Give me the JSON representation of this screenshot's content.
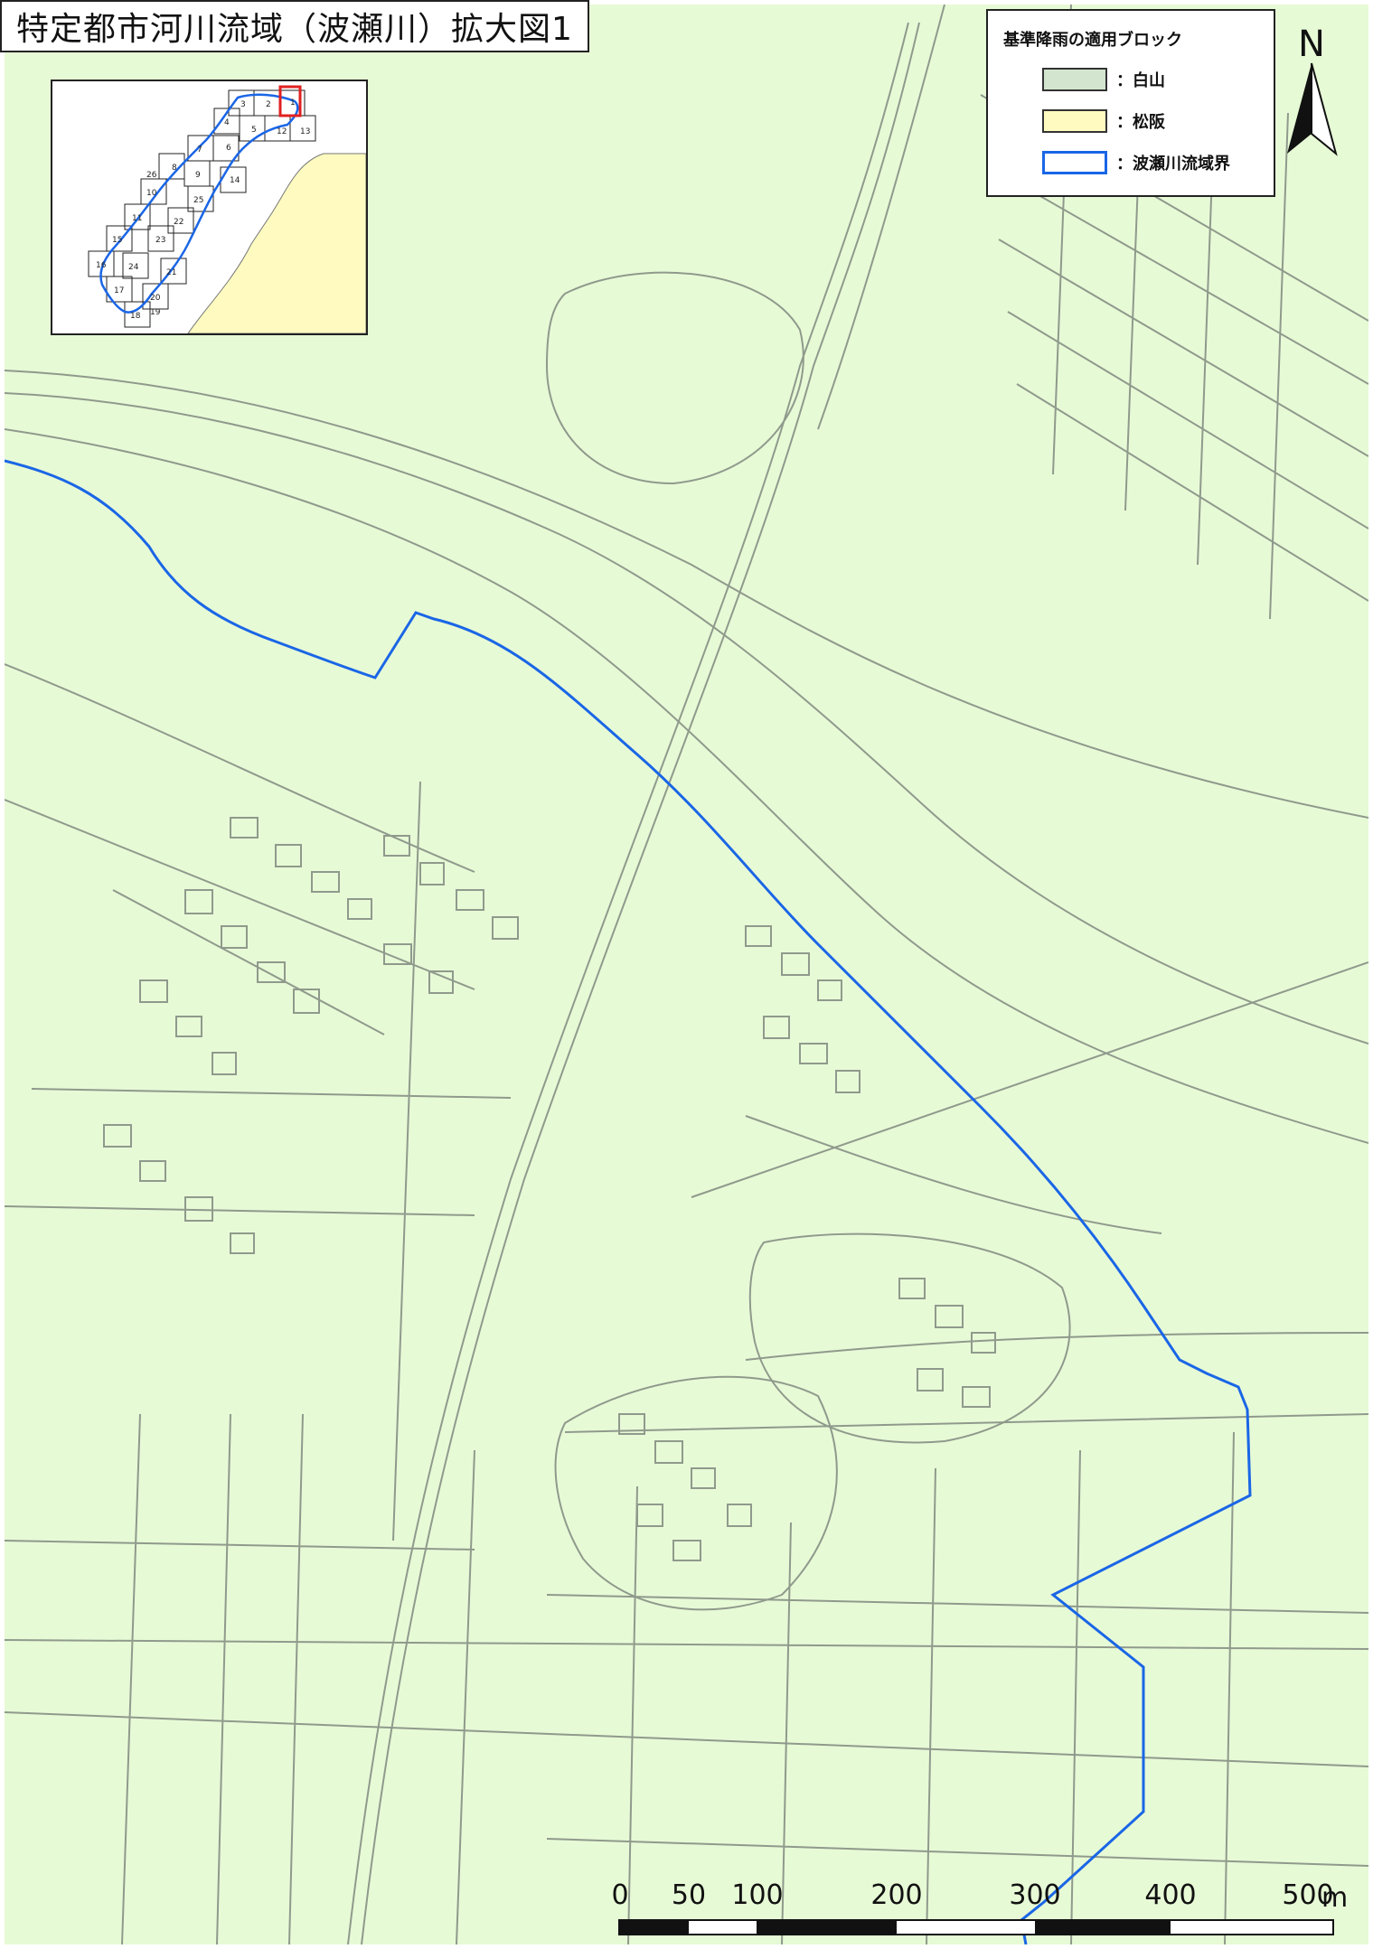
{
  "title": "特定都市河川流域（波瀬川）拡大図1",
  "legend": {
    "title": "基準降雨の適用ブロック",
    "items": [
      {
        "label": "：白山",
        "color": "#d3e5cf"
      },
      {
        "label": "：松阪",
        "color": "#fffbc0"
      },
      {
        "label": "：波瀬川流域界",
        "color": "#1a66e6"
      }
    ]
  },
  "north_arrow": {
    "label": "N"
  },
  "scale_bar": {
    "ticks": [
      "0",
      "50",
      "100",
      "200",
      "300",
      "400",
      "500"
    ],
    "unit": "m"
  },
  "inset_map": {
    "tile_numbers": [
      "1",
      "2",
      "3",
      "4",
      "5",
      "6",
      "7",
      "8",
      "9",
      "10",
      "11",
      "12",
      "13",
      "14",
      "15",
      "16",
      "17",
      "18",
      "19",
      "20",
      "21",
      "22",
      "23",
      "24",
      "25",
      "26"
    ],
    "highlight_tile": "1",
    "colors": {
      "land": "#fffbc0",
      "mountain": "#ffffff",
      "boundary": "#1a66e6",
      "highlight": "#e02020"
    }
  },
  "colors": {
    "map_background": "#e7fad6",
    "road_line": "#8f9a8c",
    "watershed_boundary": "#1a66e6"
  }
}
